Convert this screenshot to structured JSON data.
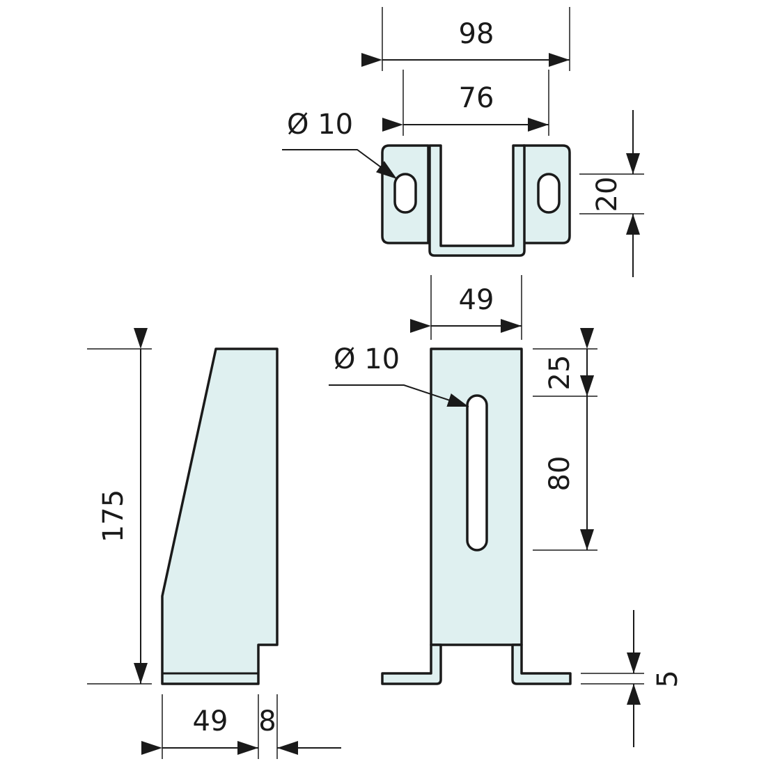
{
  "dimensions": {
    "top_width_outer": "98",
    "top_width_inner": "76",
    "top_hole": "Ø 10",
    "top_height": "20",
    "front_width": "49",
    "front_hole": "Ø 10",
    "front_top_offset": "25",
    "front_slot_length": "80",
    "front_foot_thickness": "5",
    "side_height": "175",
    "side_base_width": "49",
    "side_step": "8"
  },
  "colors": {
    "part_fill": "#dff0f0",
    "line": "#1a1a1a"
  }
}
